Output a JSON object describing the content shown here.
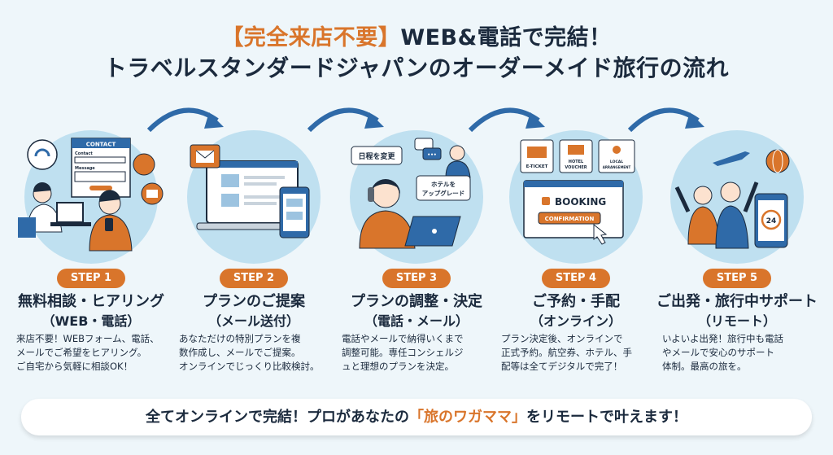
{
  "header": {
    "title_highlight": "【完全来店不要】",
    "title_rest": "WEB&電話で完結！",
    "subtitle": "トラベルスタンダードジャパンのオーダーメイド旅行の流れ"
  },
  "steps": [
    {
      "badge": "STEP 1",
      "title": "無料相談・ヒアリング",
      "sub": "（WEB・電話）",
      "desc": "来店不要！WEBフォーム、電話、\nメールでご希望をヒアリング。\nご自宅から気軽に相談OK！",
      "illus": {
        "form_title": "CONTACT",
        "field1": "Contact",
        "field2": "Message"
      }
    },
    {
      "badge": "STEP 2",
      "title": "プランのご提案",
      "sub": "（メール送付）",
      "desc": "あなただけの特別プランを複\n数作成し、メールでご提案。\nオンラインでじっくり比較検討。"
    },
    {
      "badge": "STEP 3",
      "title": "プランの調整・決定",
      "sub": "（電話・メール）",
      "desc": "電話やメールで納得いくまで\n調整可能。専任コンシェルジ\nュと理想のプランを決定。",
      "illus": {
        "bubble1": "日程を変更",
        "bubble2a": "ホテルを",
        "bubble2b": "アップグレード",
        "dots": "•••"
      }
    },
    {
      "badge": "STEP 4",
      "title": "ご予約・手配",
      "sub": "（オンライン）",
      "desc": "プラン決定後、オンラインで\n正式予約。航空券、ホテル、手\n配等は全てデジタルで完了！",
      "illus": {
        "card1": "E-TICKET",
        "card2a": "HOTEL",
        "card2b": "VOUCHER",
        "card3a": "LOCAL",
        "card3b": "ARRANGEMENT",
        "booking": "BOOKING",
        "confirm": "CONFIRMATION"
      }
    },
    {
      "badge": "STEP 5",
      "title": "ご出発・旅行中サポート",
      "sub": "（リモート）",
      "desc": "いよいよ出発！旅行中も電話\nやメールで安心のサポート\n体制。最高の旅を。",
      "illus": {
        "support_hours": "24"
      }
    }
  ],
  "footer": {
    "pre": "全てオンラインで完結！プロがあなたの",
    "highlight": "「旅のワガママ」",
    "post": "をリモートで叶えます！"
  },
  "colors": {
    "accent": "#d9752b",
    "navy": "#1b2a3d",
    "blue": "#2f6aa8",
    "circle": "#bfe0f0",
    "background": "#eef6fa"
  }
}
